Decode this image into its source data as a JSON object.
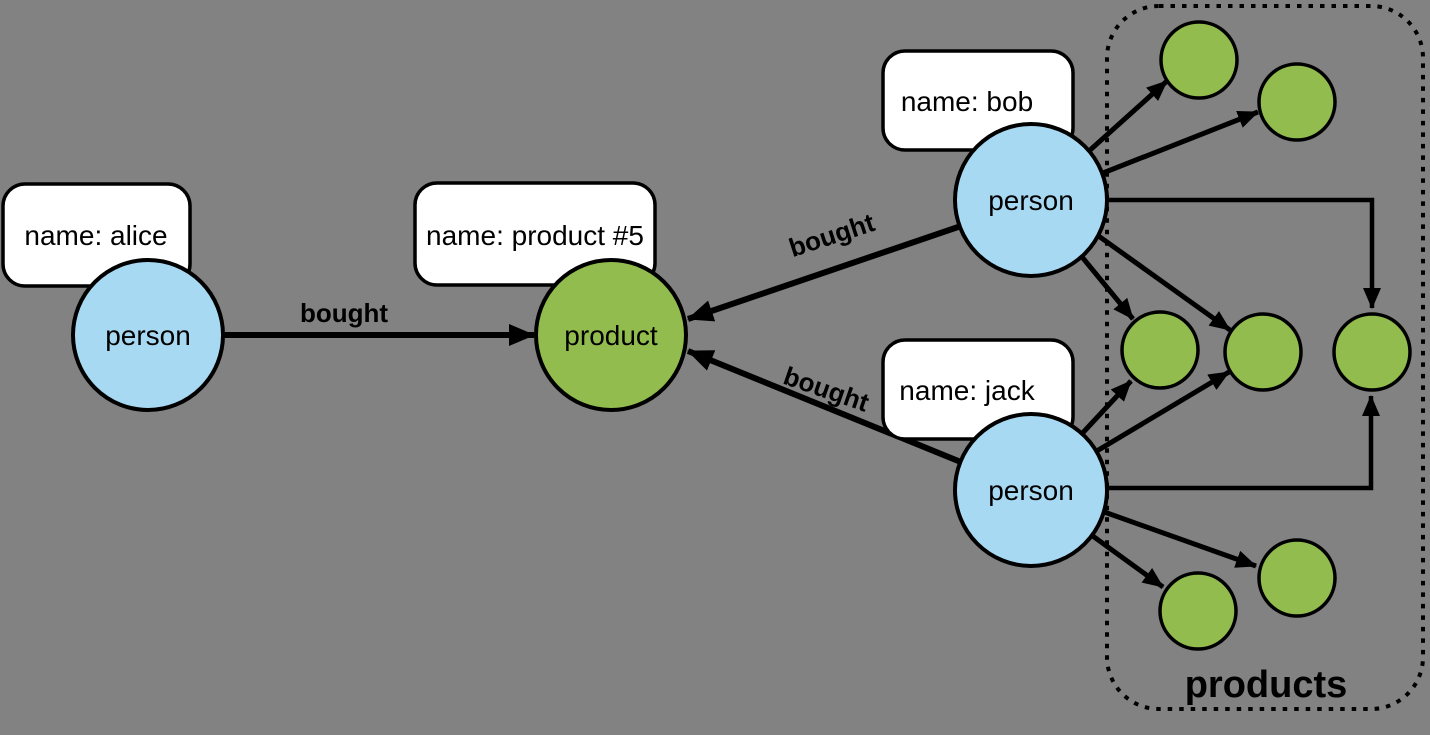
{
  "colors": {
    "background": "#828282",
    "person_fill": "#A8D9F2",
    "product_fill": "#92BC4D",
    "node_stroke": "#000000",
    "property_box_fill": "#FFFFFF"
  },
  "nodes": {
    "alice": {
      "label": "person",
      "property": "name: alice"
    },
    "bob": {
      "label": "person",
      "property": "name: bob"
    },
    "jack": {
      "label": "person",
      "property": "name: jack"
    },
    "product5": {
      "label": "product",
      "property": "name: product #5"
    }
  },
  "edges": {
    "alice_bought_label": "bought",
    "bob_bought_label": "bought",
    "jack_bought_label": "bought"
  },
  "groups": {
    "products_label": "products"
  }
}
